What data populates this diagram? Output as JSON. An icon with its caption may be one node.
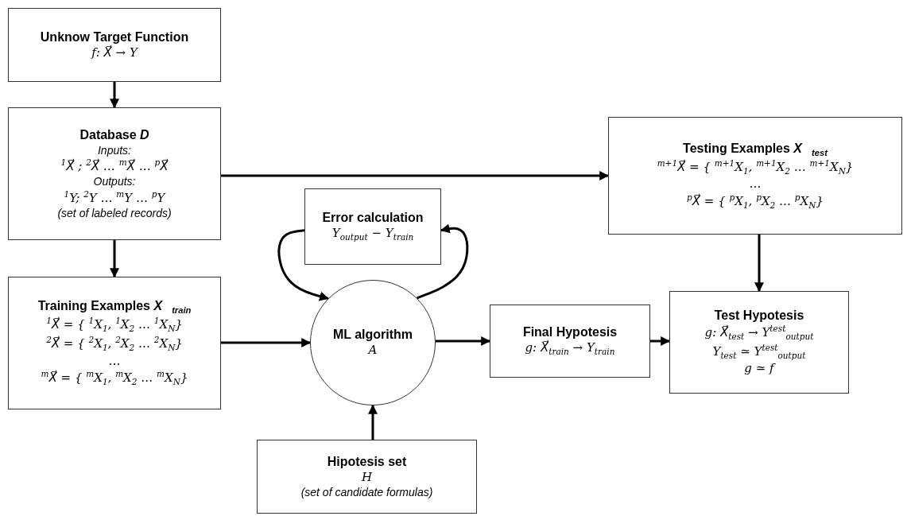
{
  "diagram": {
    "nodes": [
      {
        "text": [
          "Unknow Target Function",
          "*f*: X⃗ → *Y*"
        ]
      },
      {
        "text": [
          "Database *D*",
          "Inputs:",
          "$^{1}$X⃗ ; $^{2}$X⃗ … $^{m}$X⃗ … $^{p}$X⃗",
          "Outputs:",
          "$^{1}$Y; $^{2}$Y … $^{m}$Y … $^{p}$Y",
          "(set of labeled records)"
        ]
      },
      {
        "text": [
          "Training Examples *X⃗$_{train}$*",
          "$^{1}$X⃗ = { $^{1}$X$_{1}$, $^{1}$X$_{2}$ … $^{1}$X$_{N}$}",
          "$^{2}$X⃗ = { $^{2}$X$_{1}$, $^{2}$X$_{2}$ … $^{2}$X$_{N}$}",
          "…",
          "$^{m}$X⃗ = { $^{m}$X$_{1}$, $^{m}$X$_{2}$ … $^{m}$X$_{N}$}"
        ]
      },
      {
        "text": [
          "Error calculation",
          "Y$_{output}$ − Y$_{train}$"
        ]
      },
      {
        "text": [
          "ML algorithm",
          "A"
        ]
      },
      {
        "text": [
          "Testing Examples *X⃗$_{test}$*",
          "$^{m+1}$X⃗ = { $^{m+1}$X$_{1}$, $^{m+1}$X$_{2}$ … $^{m+1}$X$_{N}$}",
          "…",
          "$^{p}$X⃗ = { $^{p}$X$_{1}$, $^{p}$X$_{2}$ … $^{p}$X$_{N}$}"
        ]
      },
      {
        "text": [
          "Final Hypotesis",
          "g: X⃗$_{train}$ → Y$_{train}$"
        ]
      },
      {
        "text": [
          "Test Hypotesis",
          "g: X⃗$_{test}$ → Y$^{test}$$_{output}$",
          "Y$_{test}$ ≃ Y$^{test}$$_{output}$",
          "g ≃ f"
        ]
      },
      {
        "text": [
          "Hipotesis set",
          "H",
          "(set of candidate formulas)"
        ]
      }
    ],
    "edges": [
      {
        "from": 0,
        "to": 1,
        "arrow": "to"
      },
      {
        "from": 1,
        "to": 2,
        "arrow": "to"
      },
      {
        "from": 1,
        "to": 5,
        "arrow": "to"
      },
      {
        "from": 2,
        "to": 4,
        "arrow": "to"
      },
      {
        "from": 3,
        "to": 4,
        "arrow": "to"
      },
      {
        "from": 4,
        "to": 3,
        "arrow": "to"
      },
      {
        "from": 4,
        "to": 6,
        "arrow": "to"
      },
      {
        "from": 6,
        "to": 7,
        "arrow": "to"
      },
      {
        "from": 5,
        "to": 7,
        "arrow": "to"
      },
      {
        "from": 8,
        "to": 4,
        "arrow": "to"
      }
    ]
  }
}
